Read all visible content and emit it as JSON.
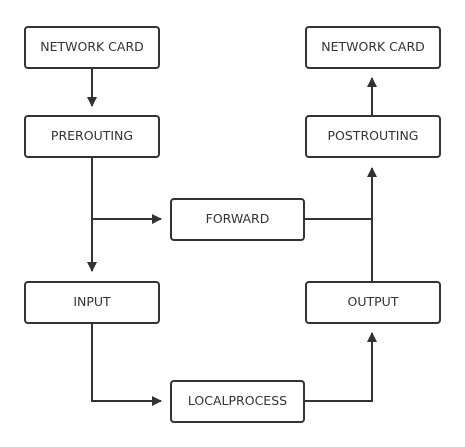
{
  "colors": {
    "stroke": "#333333",
    "text": "#333333",
    "background": "#ffffff"
  },
  "nodes": {
    "network_card_in": "NETWORK CARD",
    "prerouting": "PREROUTING",
    "forward": "FORWARD",
    "input": "INPUT",
    "localprocess": "LOCALPROCESS",
    "output": "OUTPUT",
    "postrouting": "POSTROUTING",
    "network_card_out": "NETWORK CARD"
  },
  "edges": [
    {
      "from": "network_card_in",
      "to": "prerouting"
    },
    {
      "from": "prerouting",
      "to": "forward"
    },
    {
      "from": "prerouting",
      "to": "input"
    },
    {
      "from": "input",
      "to": "localprocess"
    },
    {
      "from": "localprocess",
      "to": "output"
    },
    {
      "from": "output",
      "to": "postrouting"
    },
    {
      "from": "forward",
      "to": "postrouting"
    },
    {
      "from": "postrouting",
      "to": "network_card_out"
    }
  ]
}
